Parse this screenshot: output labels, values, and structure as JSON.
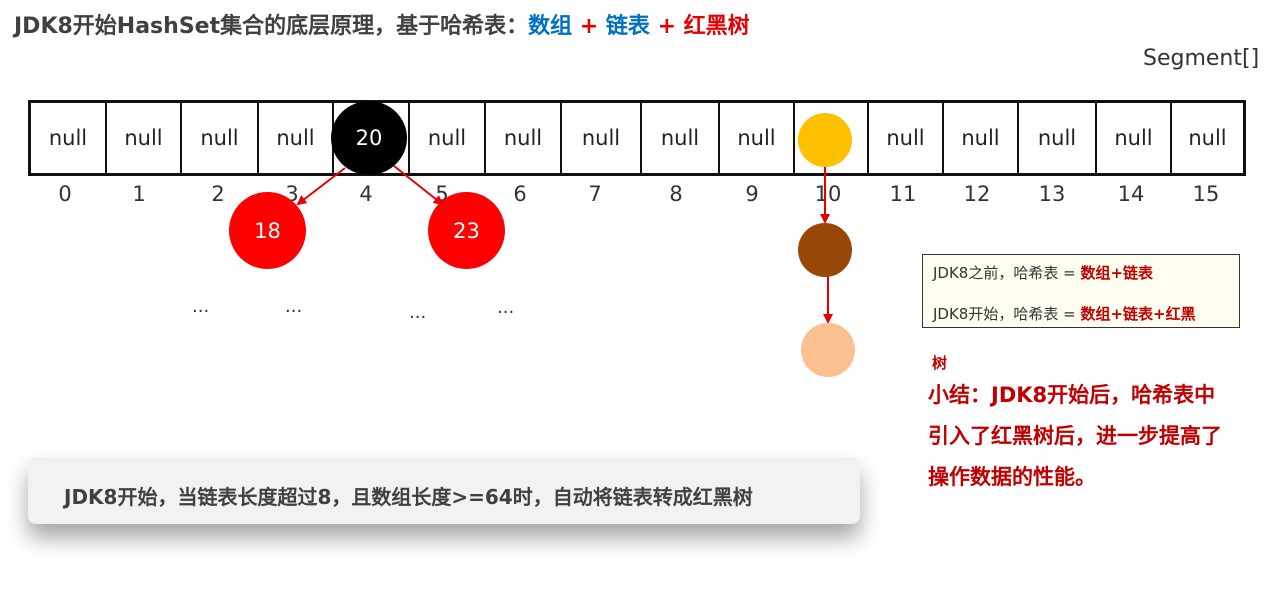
{
  "title": {
    "main": "JDK8开始HashSet集合的底层原理，基于哈希表：",
    "part_array": "数组",
    "plus1": " + ",
    "part_list": "链表",
    "plus2": " + ",
    "part_tree": "红黑树"
  },
  "segment_label": "Segment[]",
  "array_cells": [
    "null",
    "null",
    "null",
    "null",
    "20",
    "null",
    "null",
    "null",
    "null",
    "null",
    "",
    "null",
    "null",
    "null",
    "null",
    "null"
  ],
  "array_indices": [
    "0",
    "1",
    "2",
    "3",
    "4",
    "5",
    "6",
    "7",
    "8",
    "9",
    "10",
    "11",
    "12",
    "13",
    "14",
    "15"
  ],
  "tree_nodes": {
    "root": "20",
    "left": "18",
    "right": "23"
  },
  "ellipses": [
    "...",
    "...",
    "...",
    "..."
  ],
  "legend": {
    "before_label": "JDK8之前，哈希表 = ",
    "before_value": "数组+链表",
    "after_label": "JDK8开始，哈希表 = ",
    "after_value": "数组+链表+红黑"
  },
  "summary": {
    "overflow": "树",
    "text": "小结：JDK8开始后，哈希表中引入了红黑树后，进一步提高了操作数据的性能。"
  },
  "note_text": "JDK8开始，当链表长度超过8，且数组长度>=64时，自动将链表转成红黑树",
  "colors": {
    "blue": "#0070c0",
    "red": "#e60000",
    "dark_red": "#c00000",
    "tree_black": "#000000",
    "tree_red": "#ff0000",
    "chain_yellow": "#ffc000",
    "chain_brown": "#974806",
    "chain_peach": "#fac090",
    "arrow": "#e60000"
  }
}
